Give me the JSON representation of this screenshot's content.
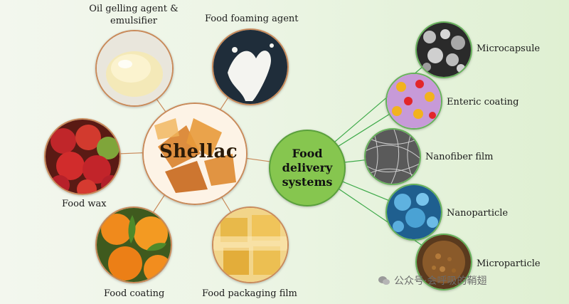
{
  "center": {
    "title": "Shellac"
  },
  "hub": {
    "lines": [
      "Food",
      "delivery",
      "systems"
    ]
  },
  "applications": [
    {
      "label_lines": [
        "Oil gelling agent &",
        "emulsifier"
      ],
      "icon": "gel-jar-icon"
    },
    {
      "label_lines": [
        "Food foaming agent"
      ],
      "icon": "milk-splash-icon"
    },
    {
      "label_lines": [
        "Food wax"
      ],
      "icon": "apples-icon"
    },
    {
      "label_lines": [
        "Food coating"
      ],
      "icon": "oranges-icon"
    },
    {
      "label_lines": [
        "Food packaging film"
      ],
      "icon": "packaging-film-icon"
    }
  ],
  "delivery": [
    {
      "label": "Microcapsule",
      "icon": "microcapsule-icon"
    },
    {
      "label": "Enteric coating",
      "icon": "enteric-coating-icon"
    },
    {
      "label": "Nanofiber film",
      "icon": "nanofiber-icon"
    },
    {
      "label": "Nanoparticle",
      "icon": "nanoparticle-icon"
    },
    {
      "label": "Microparticle",
      "icon": "microparticle-icon"
    }
  ],
  "watermark": "公众号·会呼吸的鞘翅",
  "colors": {
    "brown_line": "#c98a5a",
    "green_line": "#3faa4a",
    "hub_fill": "#86c64f"
  }
}
